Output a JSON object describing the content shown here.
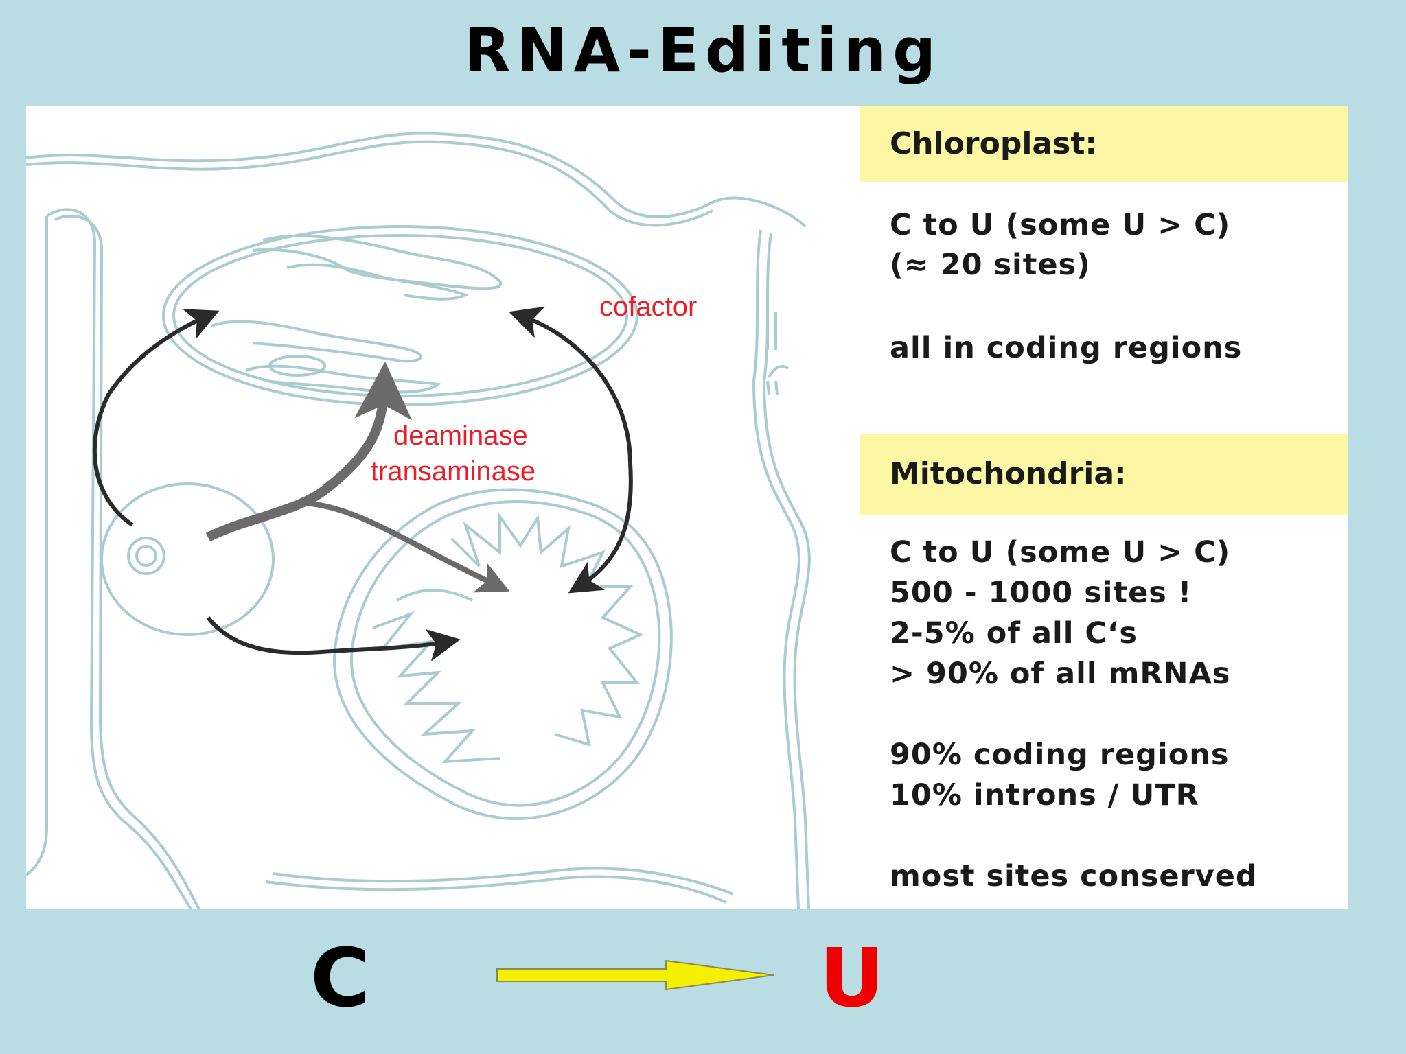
{
  "title": "RNA-Editing",
  "diagram": {
    "labels": {
      "cofactor": "cofactor",
      "deaminase": "deaminase",
      "transaminase": "transaminase"
    },
    "label_color": "#ee1c25"
  },
  "chloroplast": {
    "heading": "Chloroplast:",
    "lines": [
      "C to U (some U > C)",
      "(≈ 20 sites)",
      "all in coding regions"
    ]
  },
  "mitochondria": {
    "heading": "Mitochondria:",
    "lines": [
      "C to U (some U > C)",
      "500 - 1000 sites !",
      "2-5% of all C‘s",
      "> 90% of all mRNAs",
      "90% coding regions",
      "10% introns / UTR",
      "most sites conserved"
    ]
  },
  "conversion": {
    "from": "C",
    "to": "U",
    "arrow_color": "#f5f000"
  },
  "colors": {
    "background": "#b9dde2",
    "header_fill": "#fbf7a5",
    "outline": "#a8ccd0"
  }
}
